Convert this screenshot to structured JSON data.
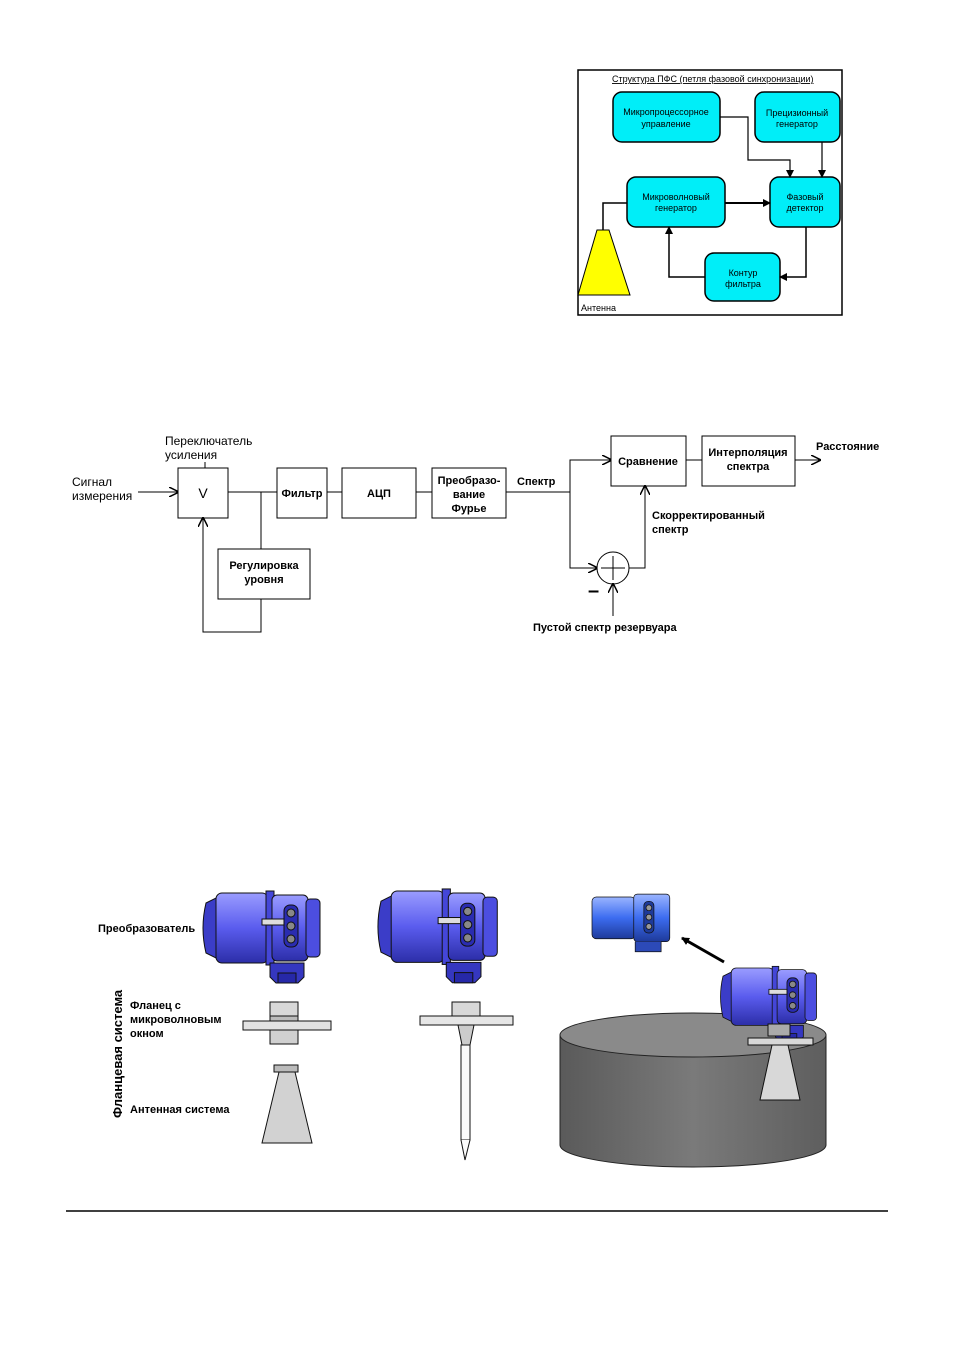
{
  "pll": {
    "title": "Структура ПФС (петля фазовой синхронизации)",
    "micro_control": [
      "Микропроцессорное",
      "управление"
    ],
    "precision_gen": [
      "Прецизионный",
      "генератор"
    ],
    "microwave_gen": [
      "Микроволновый",
      "генератор"
    ],
    "phase_det": [
      "Фазовый",
      "детектор"
    ],
    "filter_loop": [
      "Контур",
      "фильтра"
    ],
    "antenna": "Антенна",
    "block_color": "#00eef8",
    "antenna_color": "#ffff00"
  },
  "block": {
    "signal": [
      "Сигнал",
      "измерения"
    ],
    "gain_switch": [
      "Переключатель",
      "усиления"
    ],
    "v": "V",
    "level": [
      "Регулировка",
      "уровня"
    ],
    "filter": "Фильтр",
    "adc": "АЦП",
    "fourier": [
      "Преобразо-",
      "вание",
      "Фурье"
    ],
    "spectrum": "Спектр",
    "compare": "Сравнение",
    "interp": [
      "Интерполяция",
      "спектра"
    ],
    "distance": "Расстояние",
    "corrected": [
      "Скорректированный",
      "спектр"
    ],
    "empty": "Пустой спектр резервуара",
    "minus": "–"
  },
  "devices": {
    "transducer": "Преобразователь",
    "flange_system": "Фланцевая система",
    "flange": [
      "Фланец с",
      "микроволновым",
      "окном"
    ],
    "antenna_system": "Антенная система",
    "housing_color": "#6a6cf2"
  }
}
